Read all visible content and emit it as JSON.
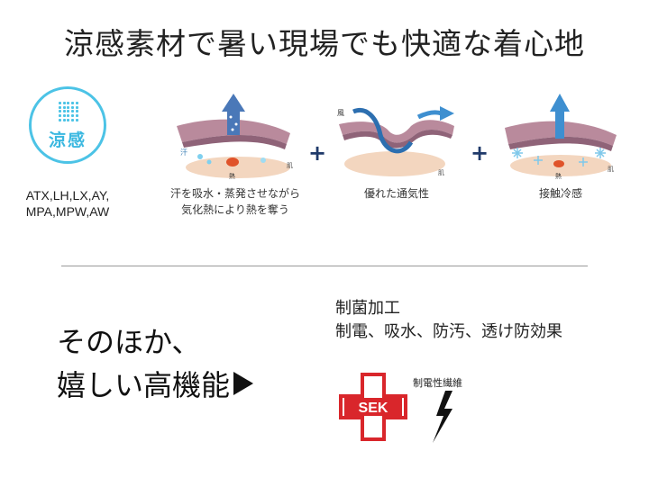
{
  "header": {
    "title": "涼感素材で暑い現場でも快適な着心地"
  },
  "badge": {
    "label": "涼感",
    "codes": [
      "ATX,LH,LX,AY,",
      "MPA,MPW,AW"
    ]
  },
  "illustrations": [
    {
      "labels": [
        "汗",
        "熱",
        "肌"
      ],
      "caption": [
        "汗を吸水・蒸発させながら",
        "気化熱により熱を奪う"
      ]
    },
    {
      "labels": [
        "風",
        "肌"
      ],
      "caption": [
        "優れた通気性"
      ]
    },
    {
      "labels": [
        "熱",
        "肌"
      ],
      "caption": [
        "接触冷感"
      ]
    }
  ],
  "plus_sign": "+",
  "tagline": {
    "line1": "そのほか、",
    "line2": "嬉しい高機能"
  },
  "features": {
    "line1": "制菌加工",
    "line2": "制電、吸水、防汚、透け防効果"
  },
  "certification": {
    "sek_text": "SEK",
    "static_label": "制電性繊維"
  },
  "colors": {
    "accent": "#4cc3e6",
    "fabric": "#b98a9c",
    "arrow": "#4a90c8",
    "heat": "#e0532a",
    "sek_red": "#d9262b"
  },
  "icons": [
    "dot-grid-icon",
    "arrow-up-icon",
    "wind-arrow-icon",
    "snowflake-icon",
    "triangle-right-icon",
    "sek-cross-icon",
    "lightning-icon"
  ]
}
